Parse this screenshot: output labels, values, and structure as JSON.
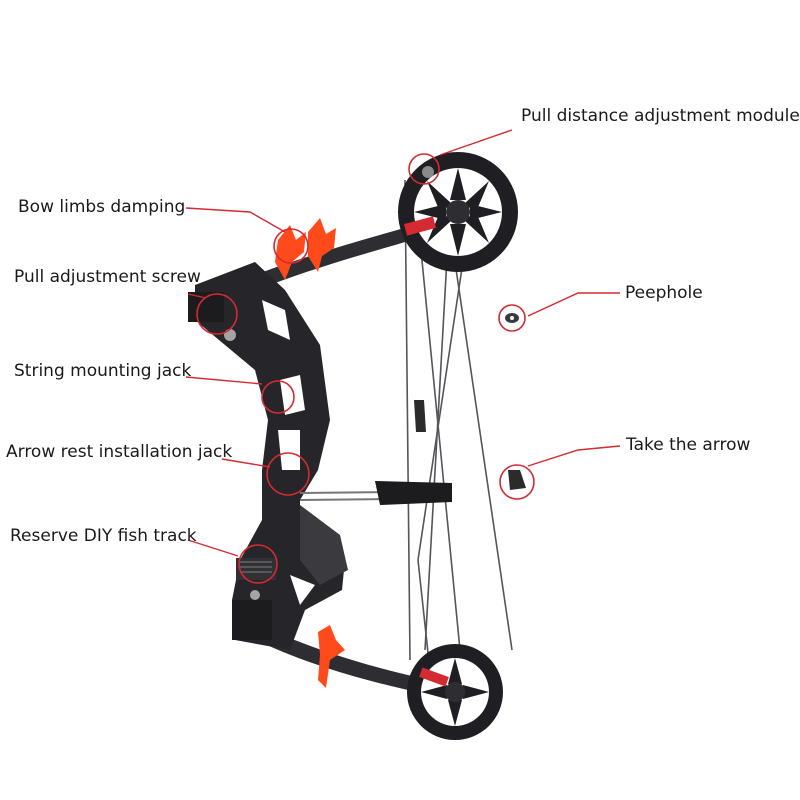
{
  "colors": {
    "leader": "#d42a32",
    "limb": "#2e2e32",
    "riser": "#26262a",
    "accent": "#ff4a1c",
    "string": "#55555a"
  },
  "labels": [
    {
      "id": "pull-distance",
      "text": "Pull distance adjustment module"
    },
    {
      "id": "bow-limbs-damping",
      "text": "Bow limbs damping"
    },
    {
      "id": "pull-adjustment-screw",
      "text": "Pull adjustment screw"
    },
    {
      "id": "peephole",
      "text": "Peephole"
    },
    {
      "id": "string-mounting-jack",
      "text": "String mounting jack"
    },
    {
      "id": "arrow-rest-installation-jack",
      "text": "Arrow rest installation jack"
    },
    {
      "id": "take-the-arrow",
      "text": "Take the arrow"
    },
    {
      "id": "reserve-diy-fish-track",
      "text": "Reserve DIY fish track"
    }
  ]
}
